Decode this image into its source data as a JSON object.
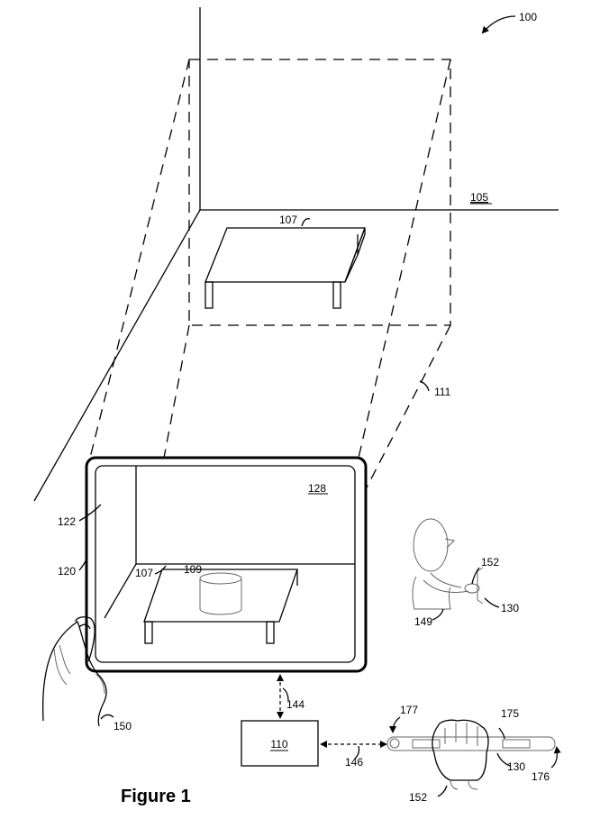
{
  "figure": {
    "caption": "Figure 1",
    "labels": {
      "system": "100",
      "room": "105",
      "table": "107",
      "object": "109",
      "processor": "110",
      "frustum": "111",
      "device": "120",
      "device_wall": "122",
      "display": "128",
      "controller": "130",
      "link_device": "144",
      "link_controller": "146",
      "user": "149",
      "left_hand": "150",
      "right_hand": "152",
      "controller_grip": "152",
      "controller_right": "130",
      "controller_end": "175",
      "rotate_left": "177",
      "rotate_right": "176",
      "display_table": "107"
    }
  }
}
